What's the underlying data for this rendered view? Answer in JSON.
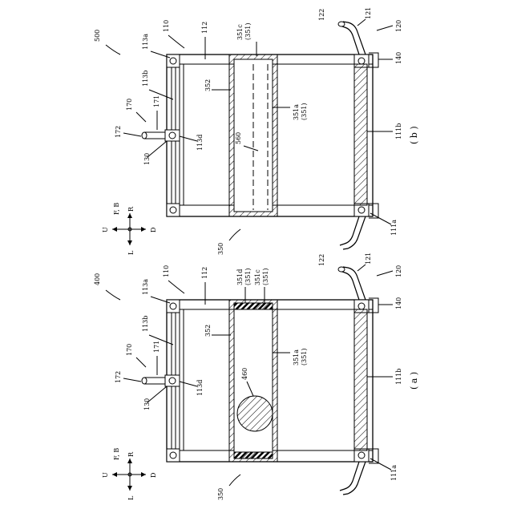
{
  "figures": [
    {
      "id": "a",
      "caption": "( a )",
      "labels": {
        "device": "400",
        "frame_top": "110",
        "bar": "112",
        "corner": "113a",
        "rail": "113b",
        "lever_num": "170",
        "lever_arm": "171",
        "lever_end": "172",
        "pivot": "130",
        "mount": "113d",
        "handle_num": "120",
        "handle_b": "121",
        "handle_a": "122",
        "joint": "140",
        "side": "111b",
        "foot": "111a",
        "inner": "352",
        "unit": "350",
        "circle": "460",
        "l1a": "351d",
        "l1b": "(351)",
        "l2a": "351c",
        "l2b": "(351)",
        "l3a": "351a",
        "l3b": "(351)"
      }
    },
    {
      "id": "b",
      "caption": "( b )",
      "labels": {
        "device": "500",
        "frame_top": "110",
        "bar": "112",
        "corner": "113a",
        "rail": "113b",
        "lever_num": "170",
        "lever_arm": "171",
        "lever_end": "172",
        "pivot": "130",
        "mount": "113d",
        "handle_num": "120",
        "handle_b": "121",
        "handle_a": "122",
        "joint": "140",
        "side": "111b",
        "foot": "111a",
        "inner": "352",
        "unit": "350",
        "dash": "560",
        "l1a": "351c",
        "l1b": "(351)",
        "l2a": "351a",
        "l2b": "(351)"
      }
    }
  ],
  "axes": {
    "up": "U",
    "down": "D",
    "left": "L",
    "right": "R",
    "fb": "F, B"
  }
}
